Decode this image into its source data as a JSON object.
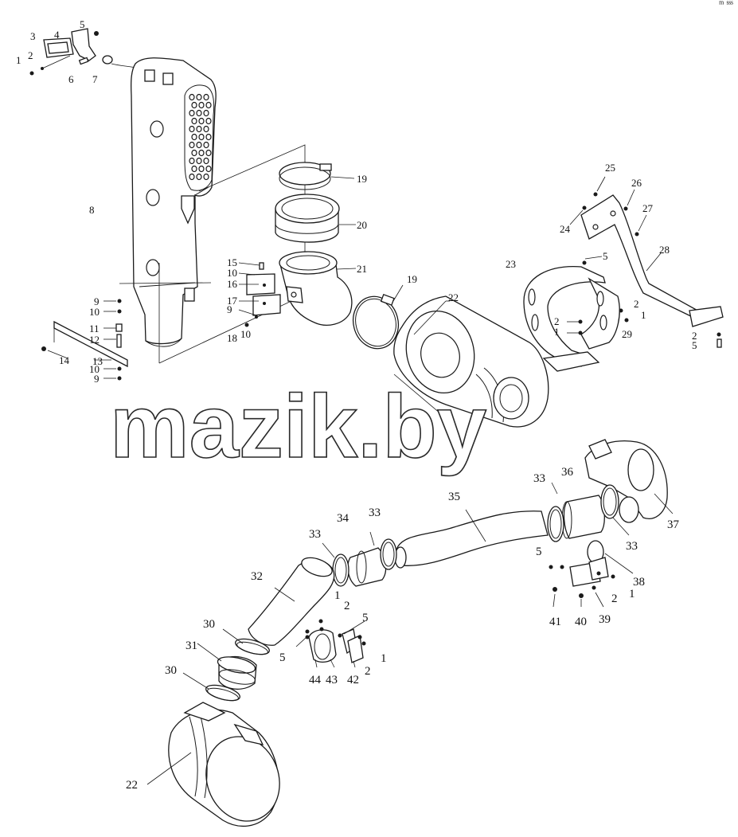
{
  "watermark": "mazik.by",
  "corner_mark": "ᵐ ˢˢˢ",
  "callouts": {
    "c1a": "1",
    "c2a": "2",
    "c3a": "3",
    "c4a": "4",
    "c5a": "5",
    "c6a": "6",
    "c7a": "7",
    "c8": "8",
    "c9a": "9",
    "c10a": "10",
    "c11": "11",
    "c12": "12",
    "c13": "13",
    "c14": "14",
    "c10b": "10",
    "c9b": "9",
    "c15": "15",
    "c10c": "10",
    "c16": "16",
    "c17": "17",
    "c9c": "9",
    "c18": "18",
    "c10d": "10",
    "c19a": "19",
    "c20": "20",
    "c21": "21",
    "c19b": "19",
    "c22a": "22",
    "c25": "25",
    "c26": "26",
    "c24": "24",
    "c27": "27",
    "c28": "28",
    "c23": "23",
    "c5b": "5",
    "c2b": "2",
    "c1b": "1",
    "c1c": "1",
    "c2c": "2",
    "c29": "29",
    "c2d": "2",
    "c5c": "5",
    "c36": "36",
    "c37": "37",
    "c33a": "33",
    "c33b": "33",
    "c35": "35",
    "c34": "34",
    "c33c": "33",
    "c33d": "33",
    "c5d": "5",
    "c38": "38",
    "c1d": "1",
    "c2e": "2",
    "c41": "41",
    "c40": "40",
    "c39": "39",
    "c32": "32",
    "c1e": "1",
    "c2f": "2",
    "c5e": "5",
    "c5f": "5",
    "c1f": "1",
    "c2g": "2",
    "c44": "44",
    "c43": "43",
    "c42": "42",
    "c30a": "30",
    "c31": "31",
    "c30b": "30",
    "c22b": "22"
  }
}
